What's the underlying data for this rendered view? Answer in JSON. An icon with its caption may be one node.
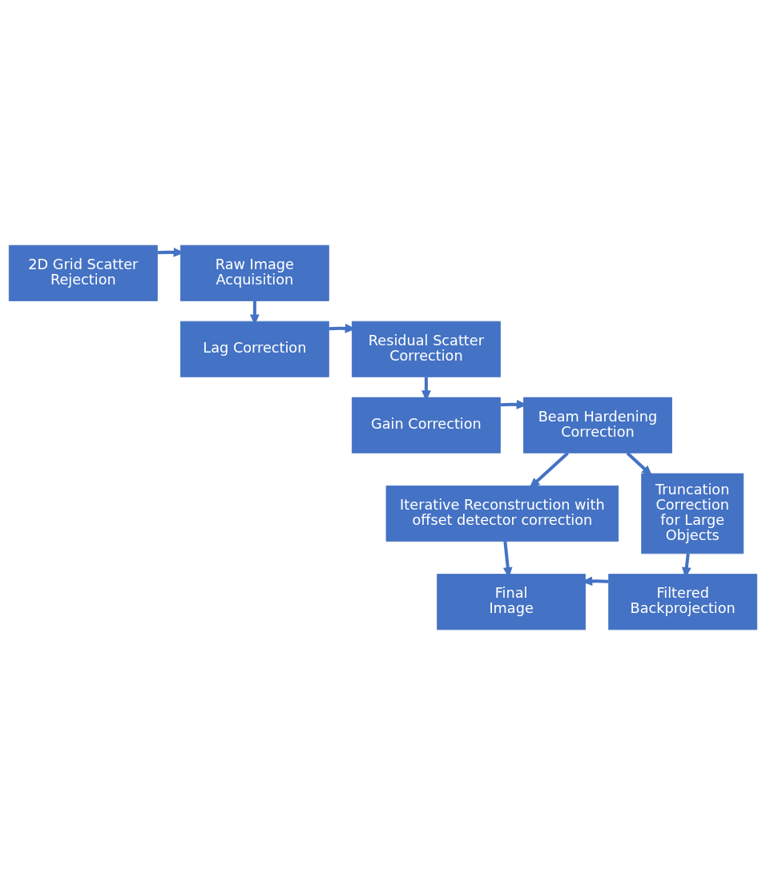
{
  "diagram": {
    "nodes": [
      {
        "text": [
          "2D Grid Scatter Rejection"
        ]
      },
      {
        "text": [
          "Raw Image Acquisition"
        ]
      },
      {
        "text": [
          "Residual Scatter Correction"
        ]
      },
      {
        "text": [
          "Lag Correction"
        ]
      },
      {
        "text": [
          "Gain Correction"
        ]
      },
      {
        "text": [
          "Beam Hardening Correction"
        ]
      },
      {
        "text": [
          "Iterative Reconstruction with offset detector correction"
        ]
      },
      {
        "text": [
          "Truncation Correction for Large Objects"
        ]
      },
      {
        "text": [
          "Final Image"
        ]
      },
      {
        "text": [
          "Filtered Backprojection"
        ]
      }
    ],
    "edges": [
      {
        "from": 0,
        "to": 1,
        "arrow": "to"
      },
      {
        "from": 1,
        "to": 3,
        "arrow": "to"
      },
      {
        "from": 3,
        "to": 2,
        "arrow": "to"
      },
      {
        "from": 2,
        "to": 4,
        "arrow": "to"
      },
      {
        "from": 4,
        "to": 5,
        "arrow": "to"
      },
      {
        "from": 5,
        "to": 6,
        "arrow": "to"
      },
      {
        "from": 5,
        "to": 7,
        "arrow": "to"
      },
      {
        "from": 6,
        "to": 8,
        "arrow": "to"
      },
      {
        "from": 7,
        "to": 9,
        "arrow": "to"
      },
      {
        "from": 9,
        "to": 8,
        "arrow": "to"
      }
    ]
  }
}
